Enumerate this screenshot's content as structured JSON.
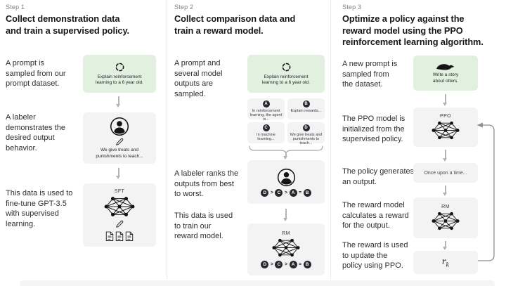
{
  "diagram": {
    "steps": [
      {
        "label": "Step 1",
        "title": "Collect demonstration data\nand train a supervised policy.",
        "caption_prompt": "A prompt is\nsampled from our\nprompt dataset.",
        "caption_labeler": "A labeler\ndemonstrates the\ndesired output\nbehavior.",
        "caption_train": "This data is used to\nfine-tune GPT-3.5\nwith supervised\nlearning.",
        "prompt_box_text": "Explain reinforcement\nlearning to a 6 year old.",
        "labeler_box_text": "We give treats and\npunishments to teach...",
        "model_label": "SFT"
      },
      {
        "label": "Step 2",
        "title": "Collect comparison data and\ntrain a reward model.",
        "caption_prompt": "A prompt and\nseveral model\noutputs are\nsampled.",
        "caption_labeler": "A labeler ranks the\noutputs from best\nto worst.",
        "caption_train": "This data is used\nto train our\nreward model.",
        "prompt_box_text": "Explain reinforcement\nlearning to a 6 year old.",
        "outputs": [
          {
            "letter": "A",
            "text": "In reinforcement learning, the agent is..."
          },
          {
            "letter": "B",
            "text": "Explain rewards..."
          },
          {
            "letter": "C",
            "text": "In machine learning..."
          },
          {
            "letter": "D",
            "text": "We give treats and punishments to teach..."
          }
        ],
        "ranking_letters": [
          "D",
          "C",
          "A",
          "B"
        ],
        "ranking_seps": [
          ">",
          ">",
          "="
        ],
        "model_label": "RM"
      },
      {
        "label": "Step 3",
        "title": "Optimize a policy against the\nreward model using the PPO\nreinforcement learning algorithm.",
        "caption_prompt": "A new prompt is\nsampled from\nthe dataset.",
        "caption_init": "The PPO model is\ninitialized from the\nsupervised policy.",
        "caption_output": "The policy generates\nan output.",
        "caption_reward": "The reward model\ncalculates a reward\nfor the output.",
        "caption_update": "The reward is used\nto update the\npolicy using PPO.",
        "prompt_box_text": "Write a story\nabout otters.",
        "ppo_label": "PPO",
        "output_box_text": "Once upon a time...",
        "rm_label": "RM",
        "reward_symbol": "r",
        "reward_subscript": "k"
      }
    ]
  },
  "colors": {
    "prompt_box_green": "#e2f0e0",
    "model_box_gray": "#f3f3f3",
    "ink": "#17171b"
  }
}
